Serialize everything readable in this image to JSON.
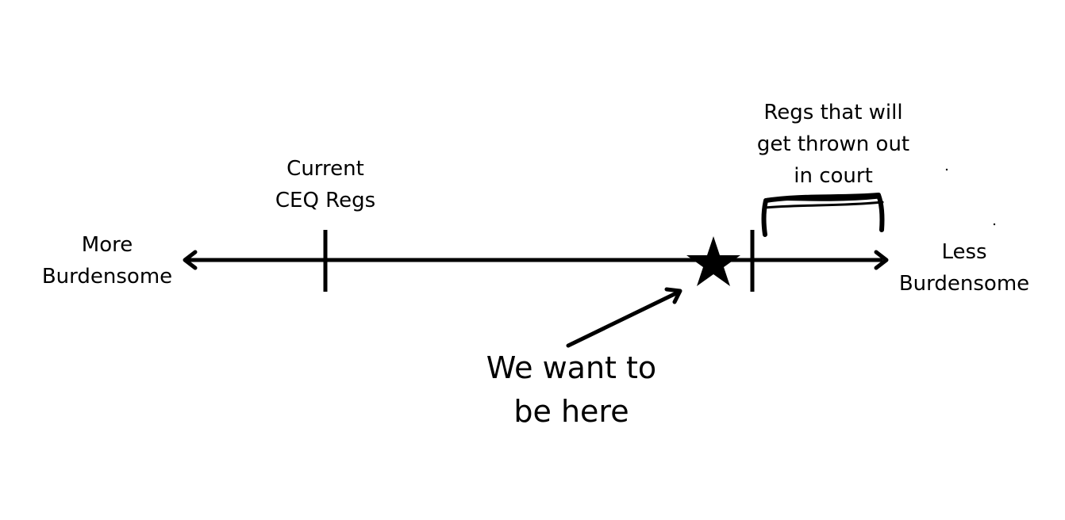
{
  "labels": {
    "more_burdensome": [
      "More",
      "Burdensome"
    ],
    "less_burdensome": [
      "Less",
      "Burdensome"
    ],
    "current_regs": [
      "Current",
      "CEQ Regs"
    ],
    "thrown_out": [
      "Regs that will",
      "get thrown out",
      "in court"
    ],
    "target": [
      "We want to",
      "be here"
    ]
  },
  "colors": {
    "ink": "#000000",
    "background": "#ffffff"
  },
  "icons": {
    "target_marker": "star-icon"
  }
}
